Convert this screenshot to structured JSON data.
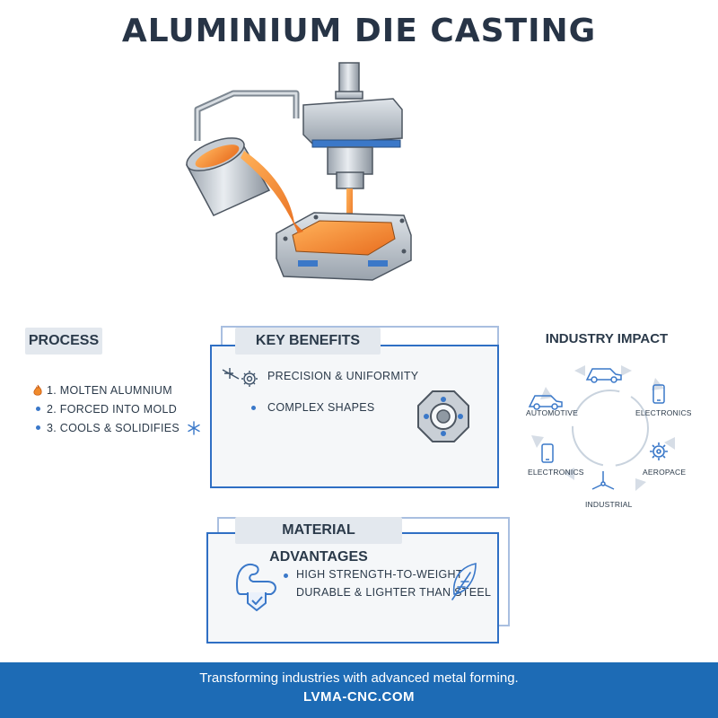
{
  "title": "ALUMINIUM DIE CASTING",
  "process": {
    "heading": "PROCESS",
    "steps": [
      "1.  MOLTEN ALUMNIUM",
      "2. FORCED INTO MOLD",
      "3. COOLS & SOLIDIFIES"
    ]
  },
  "key_benefits": {
    "heading": "KEY BENEFITS",
    "items": [
      "PRECISION & UNIFORMITY",
      "COMPLEX SHAPES"
    ]
  },
  "material_advantages": {
    "heading": "MATERIAL ADVANTAGES",
    "items": [
      "HIGH STRENGTH-TO-WEIGHT",
      "DURABLE & LIGHTER THAN STEEL"
    ]
  },
  "industry_impact": {
    "heading": "INDUSTRY IMPACT",
    "labels": [
      "AUTOMOTIVE",
      "ELECTRONICS",
      "AEROPACE",
      "INDUSTRIAL",
      "ELECTRONICS"
    ]
  },
  "footer": {
    "tagline": "Transforming industries with advanced metal forming.",
    "site": "LVMA-CNC.COM"
  },
  "colors": {
    "accent_blue": "#1d6bb5",
    "card_border": "#2f6fc4",
    "molten_orange": "#f08a2c",
    "title_dark": "#273446"
  },
  "icons": [
    "fire-icon",
    "snowflake-icon",
    "precision-gear-icon",
    "hex-part-icon",
    "muscle-shield-icon",
    "feather-icon",
    "car-icon",
    "phone-icon",
    "gear-icon",
    "fan-icon"
  ]
}
